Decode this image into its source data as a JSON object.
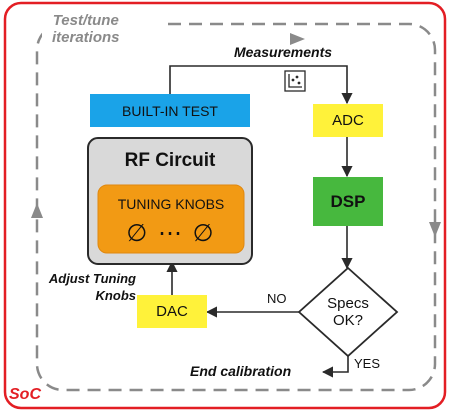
{
  "diagram": {
    "loop_label_line1": "Test/tune",
    "loop_label_line2": "iterations",
    "measurements_label": "Measurements",
    "builtin_test_label": "BUILT-IN TEST",
    "adc_label": "ADC",
    "rf_circuit_label": "RF Circuit",
    "tuning_knobs_label": "TUNING KNOBS",
    "tuning_symbols": "∅ ⋯ ∅",
    "dsp_label": "DSP",
    "specs_line1": "Specs",
    "specs_line2": "OK?",
    "no_label": "NO",
    "yes_label": "YES",
    "dac_label": "DAC",
    "adjust_line1": "Adjust Tuning",
    "adjust_line2": "Knobs",
    "end_label": "End calibration",
    "soc_label": "SoC",
    "colors": {
      "soc_border": "#e31e24",
      "soc_text": "#e31e24",
      "dashed_loop": "#8a8a8a",
      "builtin_test": "#1aa3e8",
      "adc": "#fff23a",
      "dac": "#fff23a",
      "dsp": "#47b83e",
      "rf_outer": "#d9d9d9",
      "knobs_fill": "#f29a14",
      "arrow": "#2a2a2a"
    },
    "icons": [
      "scatter-plot-icon"
    ]
  }
}
